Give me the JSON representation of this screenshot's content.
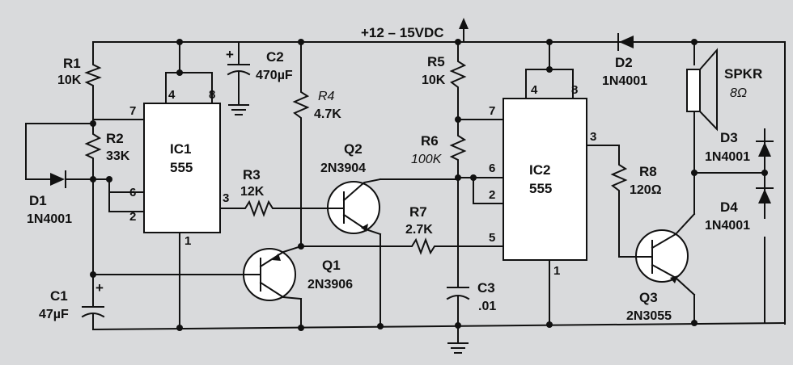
{
  "supply": "+12 – 15VDC",
  "components": {
    "r1": {
      "ref": "R1",
      "value": "10K"
    },
    "r2": {
      "ref": "R2",
      "value": "33K"
    },
    "r3": {
      "ref": "R3",
      "value": "12K"
    },
    "r4": {
      "ref": "R4",
      "value": "4.7K"
    },
    "r5": {
      "ref": "R5",
      "value": "10K"
    },
    "r6": {
      "ref": "R6",
      "value": "100K"
    },
    "r7": {
      "ref": "R7",
      "value": "2.7K"
    },
    "r8": {
      "ref": "R8",
      "value": "120Ω"
    },
    "c1": {
      "ref": "C1",
      "value": "47µF",
      "polarity": "+"
    },
    "c2": {
      "ref": "C2",
      "value": "470µF",
      "polarity": "+"
    },
    "c3": {
      "ref": "C3",
      "value": ".01"
    },
    "d1": {
      "ref": "D1",
      "value": "1N4001"
    },
    "d2": {
      "ref": "D2",
      "value": "1N4001"
    },
    "d3": {
      "ref": "D3",
      "value": "1N4001"
    },
    "d4": {
      "ref": "D4",
      "value": "1N4001"
    },
    "q1": {
      "ref": "Q1",
      "value": "2N3906"
    },
    "q2": {
      "ref": "Q2",
      "value": "2N3904"
    },
    "q3": {
      "ref": "Q3",
      "value": "2N3055"
    },
    "ic1": {
      "ref": "IC1",
      "value": "555",
      "pins": [
        "4",
        "8",
        "7",
        "6",
        "2",
        "3",
        "1"
      ]
    },
    "ic2": {
      "ref": "IC2",
      "value": "555",
      "pins": [
        "4",
        "8",
        "7",
        "6",
        "2",
        "5",
        "3",
        "1"
      ]
    },
    "spkr": {
      "ref": "SPKR",
      "value": "8Ω"
    }
  }
}
